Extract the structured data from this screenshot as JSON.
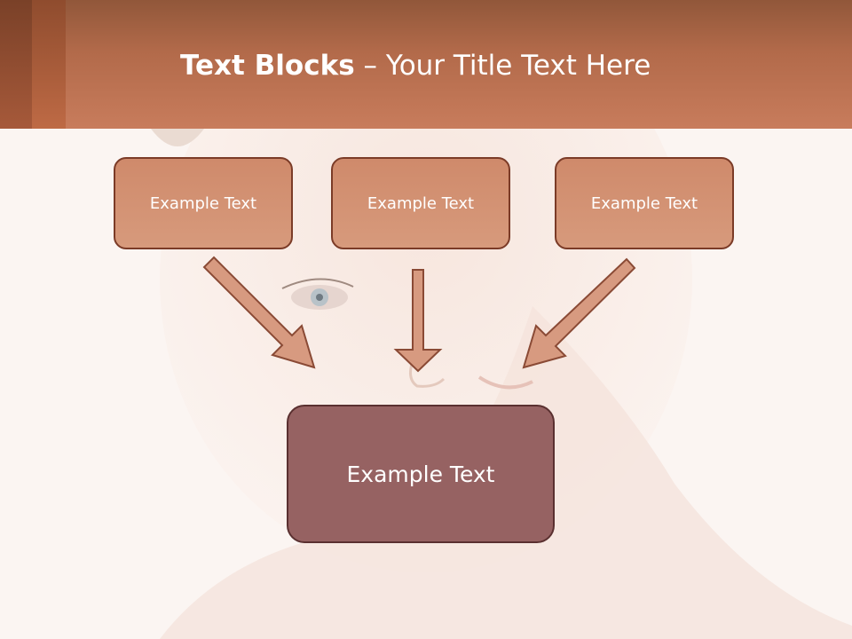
{
  "header": {
    "title_bold": "Text Blocks",
    "title_dash": " – ",
    "title_rest": "Your Title Text Here"
  },
  "diagram": {
    "boxes": [
      "Example Text",
      "Example Text",
      "Example Text"
    ],
    "target": "Example Text"
  },
  "colors": {
    "header": "#b26a4a",
    "box_fill": "#d4957a",
    "box_border": "#7b3b27",
    "target_fill": "#966262",
    "arrow_fill": "#d79a80"
  }
}
